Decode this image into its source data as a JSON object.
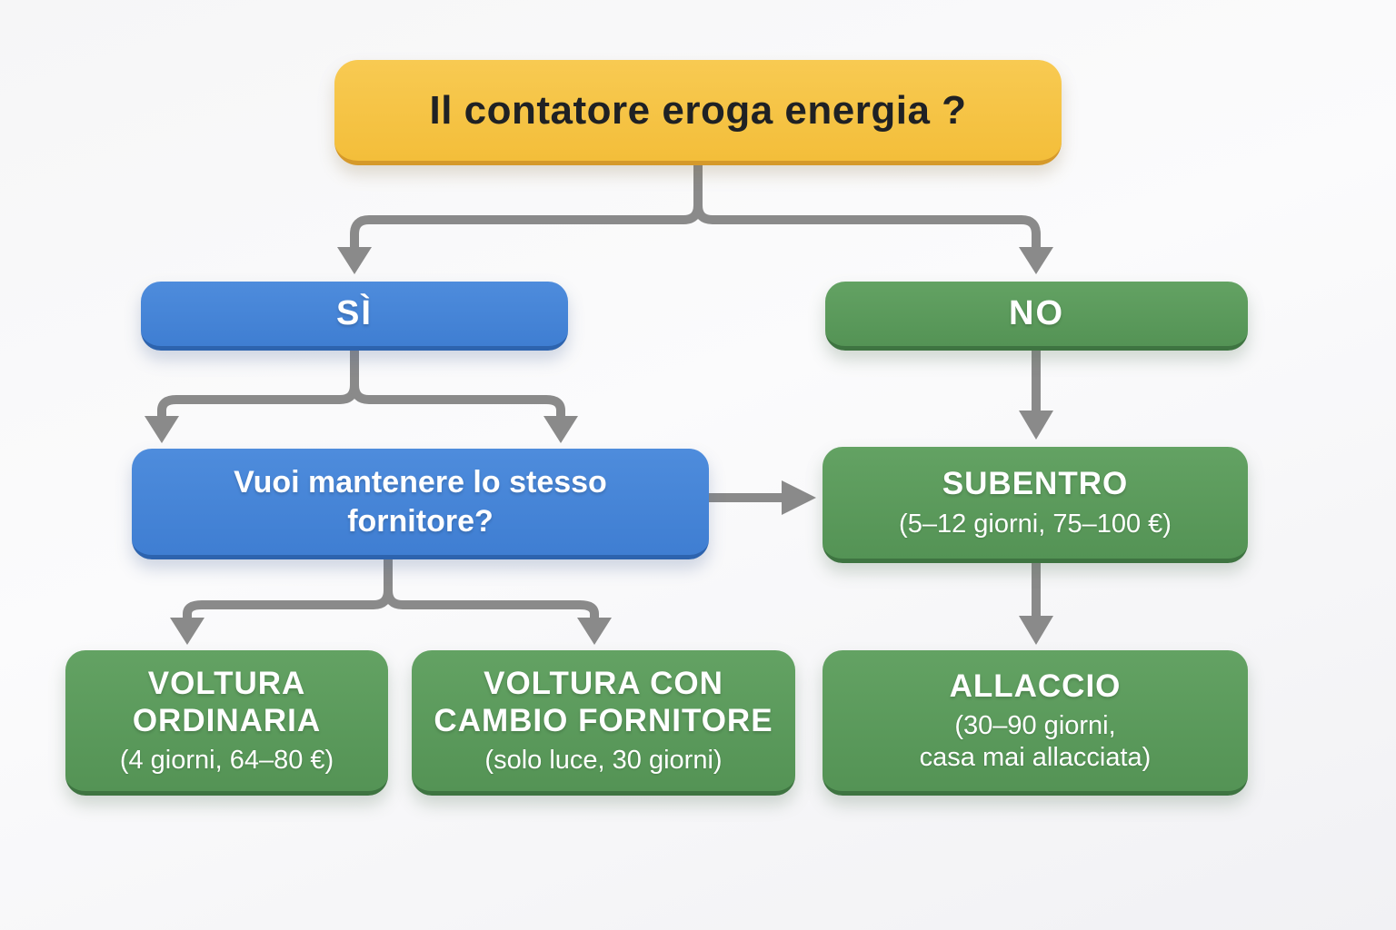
{
  "title": "Il contatore eroga energia ?",
  "colors": {
    "root_yellow": "#F4C243",
    "blue": "#4584D8",
    "green": "#5B9B5C",
    "arrow_gray": "#8A8A8A",
    "dark_text": "#1F2124",
    "light_text": "#FFFFFF"
  },
  "nodes": {
    "root": {
      "label": "Il contatore eroga energia ?"
    },
    "yes": {
      "label": "SÌ"
    },
    "no": {
      "label": "NO"
    },
    "keep_supplier": {
      "line1": "Vuoi mantenere lo stesso",
      "line2": "fornitore?"
    },
    "subentro": {
      "title": "SUBENTRO",
      "subtitle": "(5–12 giorni, 75–100 €)"
    },
    "voltura_ordinaria": {
      "title1": "VOLTURA",
      "title2": "ORDINARIA",
      "subtitle": "(4 giorni, 64–80 €)"
    },
    "voltura_cambio": {
      "title1": "VOLTURA CON",
      "title2": "CAMBIO FORNITORE",
      "subtitle": "(solo luce, 30 giorni)"
    },
    "allaccio": {
      "title": "ALLACCIO",
      "subtitle1": "(30–90 giorni,",
      "subtitle2": "casa mai allacciata)"
    }
  },
  "edges": [
    {
      "from": "root",
      "to": "yes"
    },
    {
      "from": "root",
      "to": "no"
    },
    {
      "from": "yes",
      "to": "keep_supplier"
    },
    {
      "from": "no",
      "to": "subentro"
    },
    {
      "from": "keep_supplier",
      "to": "subentro"
    },
    {
      "from": "keep_supplier",
      "to": "voltura_ordinaria"
    },
    {
      "from": "keep_supplier",
      "to": "voltura_cambio"
    },
    {
      "from": "subentro",
      "to": "allaccio"
    }
  ]
}
